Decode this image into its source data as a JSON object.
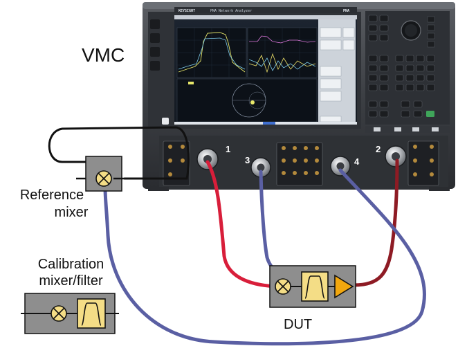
{
  "labels": {
    "instrument": "VMC",
    "reference_mixer_line1": "Reference",
    "reference_mixer_line2": "mixer",
    "calibration_line1": "Calibration",
    "calibration_line2": "mixer/filter",
    "dut": "DUT"
  },
  "instrument_panel": {
    "brand": "KEYSIGHT",
    "model": "PNA",
    "title_bar": "PNA Network Analyzer",
    "ports": [
      "1",
      "2",
      "3",
      "4"
    ]
  },
  "colors": {
    "cable_port1": "#d81e3a",
    "cable_port2": "#8e1b24",
    "cable_blue": "#5a5fa3",
    "cable_loop": "#111111",
    "component_fill": "#f4dd86",
    "box_fill": "#8e8e8e",
    "amplifier_fill": "#f2a70e"
  },
  "icons": {
    "mixer": "mixer-icon",
    "bandpass_filter": "bandpass-filter-icon",
    "amplifier": "amplifier-icon"
  }
}
